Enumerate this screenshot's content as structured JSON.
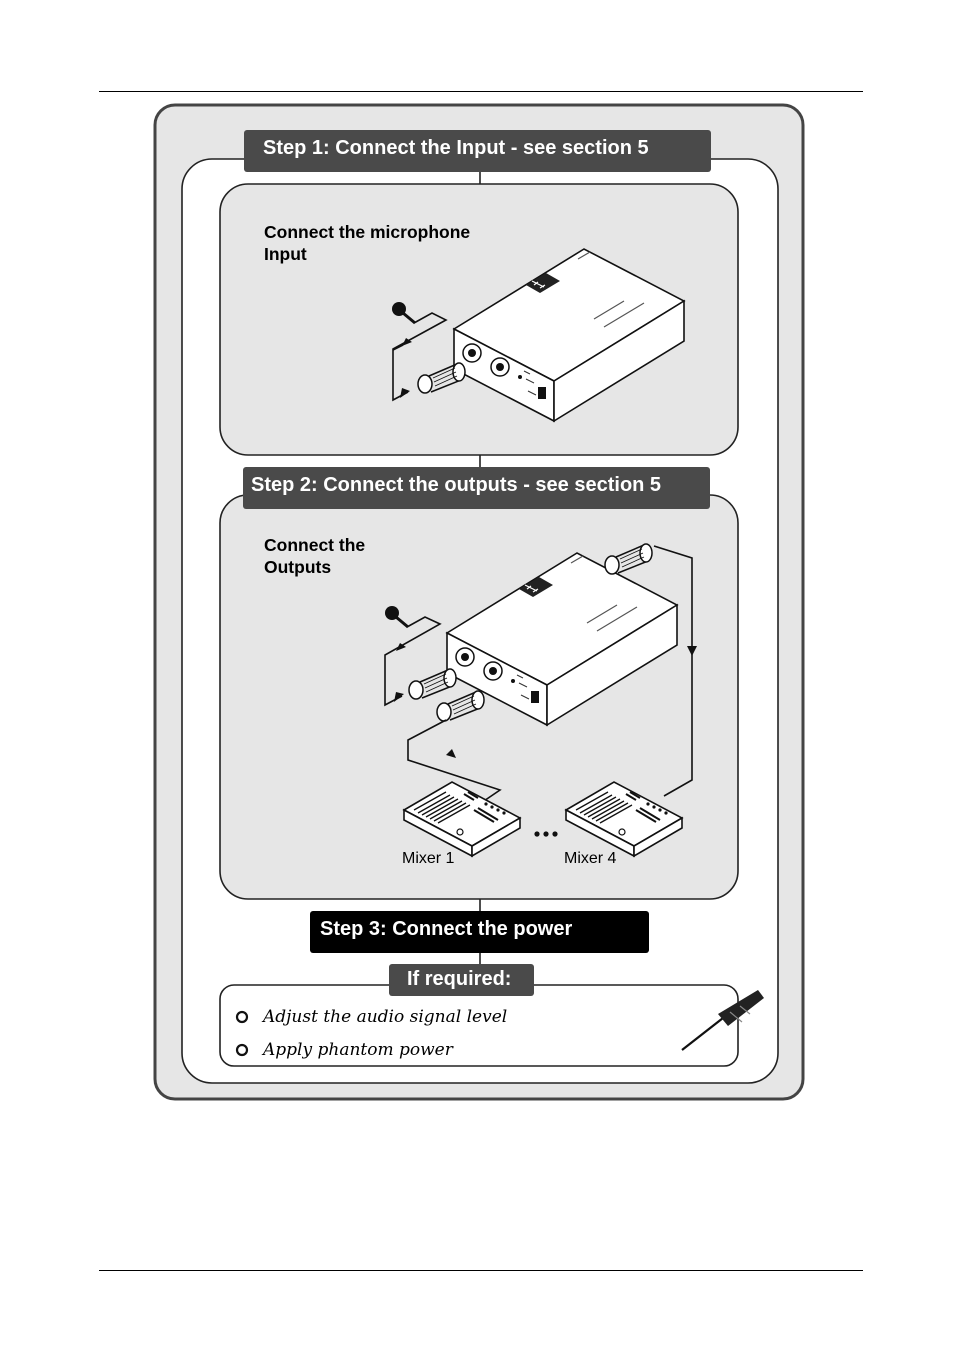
{
  "step1": {
    "title": "Step 1: Connect the Input - see section 5",
    "caption_line1": "Connect the microphone",
    "caption_line2": "Input"
  },
  "step2": {
    "title": "Step 2: Connect the outputs - see section 5",
    "caption_line1": "Connect the",
    "caption_line2": "Outputs",
    "mixer_left": "Mixer 1",
    "mixer_right": "Mixer 4"
  },
  "step3": {
    "title": "Step 3: Connect the power"
  },
  "if_required": {
    "title": "If required:",
    "items": [
      "Adjust the audio signal level",
      "Apply phantom power"
    ]
  },
  "icons": [
    "microphone-icon",
    "xlr-cable-icon",
    "distribution-amplifier-icon",
    "mixer-icon",
    "screwdriver-icon",
    "bullet-circle-icon"
  ],
  "colors": {
    "panel_bg": "#e6e6e6",
    "step_bar": "#4a4a4a",
    "step3_bar": "#000000",
    "outline": "#222222"
  }
}
